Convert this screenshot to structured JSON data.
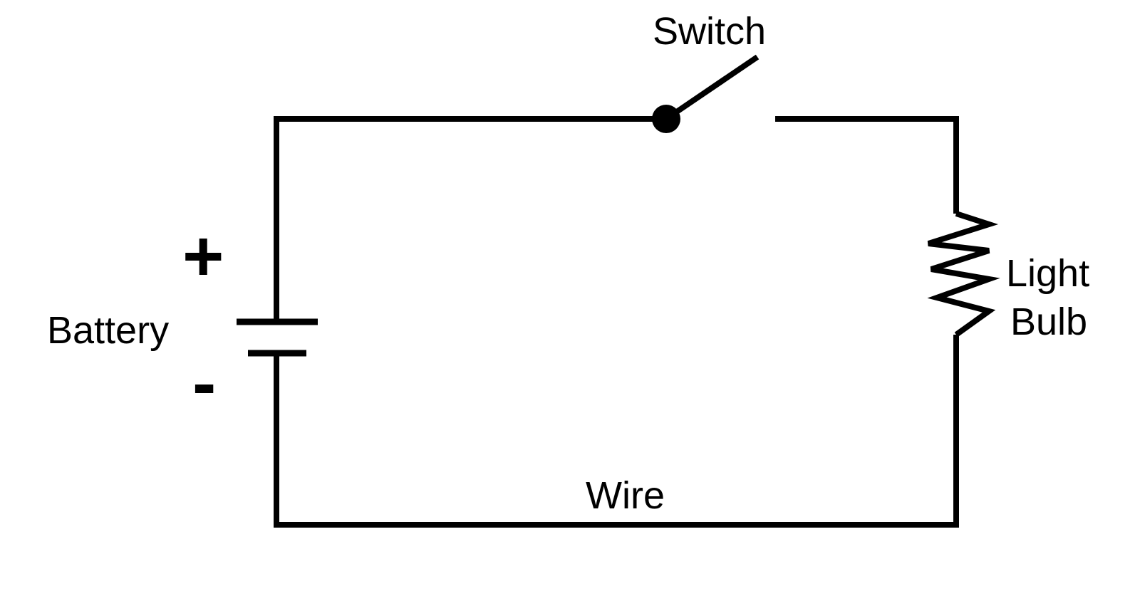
{
  "diagram": {
    "labels": {
      "switch": "Switch",
      "battery": "Battery",
      "plus": "+",
      "minus": "-",
      "light": "Light",
      "bulb": "Bulb",
      "wire": "Wire"
    },
    "colors": {
      "stroke": "#000000",
      "background": "#ffffff"
    },
    "switch_state": "open"
  }
}
